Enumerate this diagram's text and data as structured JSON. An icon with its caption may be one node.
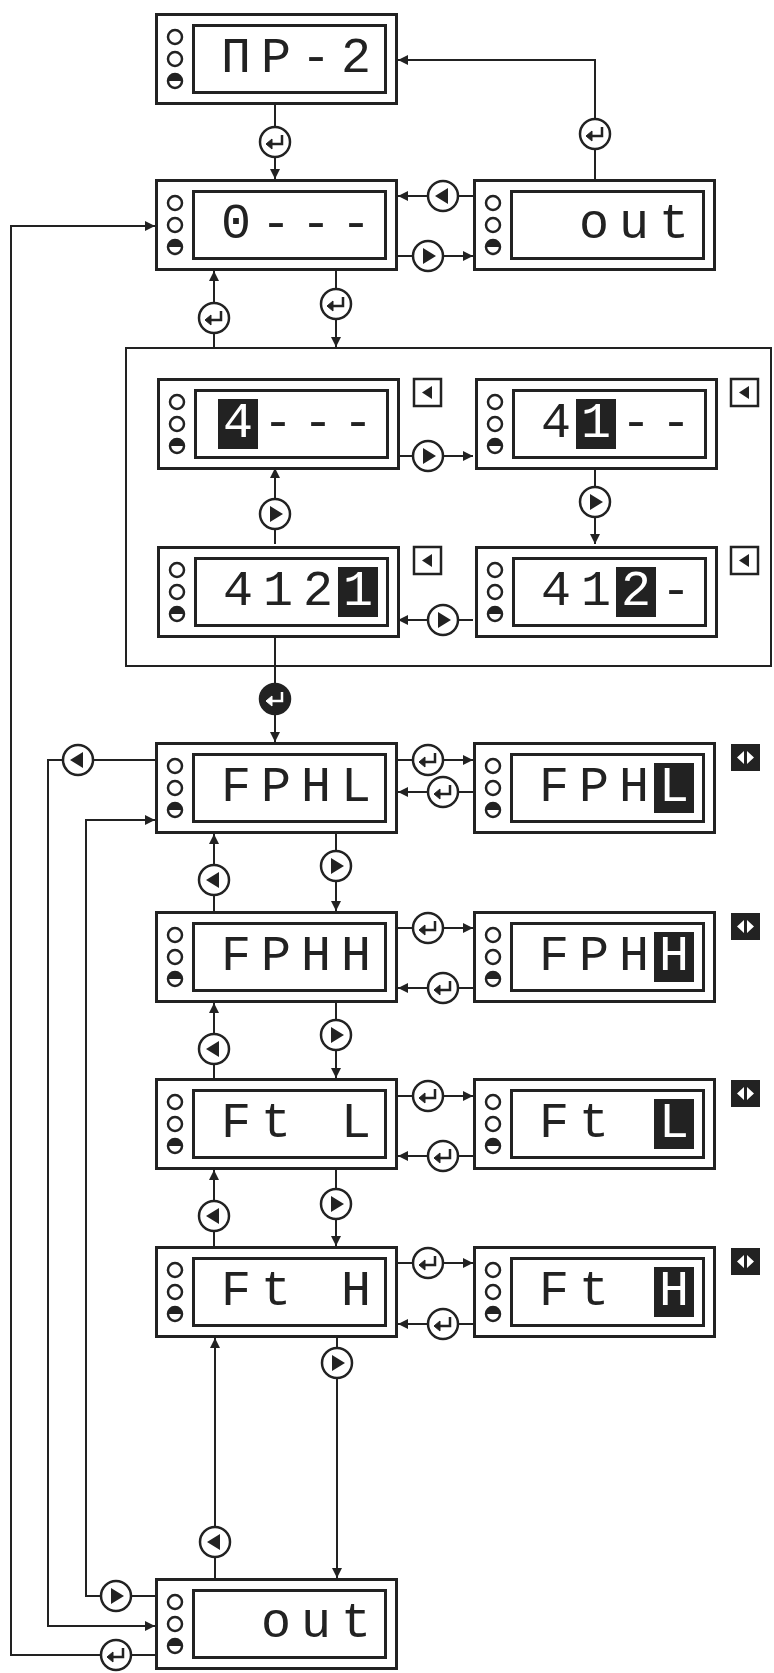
{
  "diagram": {
    "nodes": [
      {
        "text": [
          "ПР-2"
        ]
      },
      {
        "text": [
          "0---"
        ]
      },
      {
        "text": [
          "out"
        ]
      },
      {
        "text": [],
        "shape": "box"
      },
      {
        "text": [
          "4---"
        ],
        "in": 3
      },
      {
        "text": [
          "41--"
        ],
        "in": 3
      },
      {
        "text": [
          "4121"
        ],
        "in": 3
      },
      {
        "text": [
          "412-"
        ],
        "in": 3
      },
      {
        "text": [
          "FPHL"
        ]
      },
      {
        "text": [
          "FPHL"
        ]
      },
      {
        "text": [
          "FPHH"
        ]
      },
      {
        "text": [
          "FPHH"
        ]
      },
      {
        "text": [
          "Ft L"
        ]
      },
      {
        "text": [
          "Ft L"
        ]
      },
      {
        "text": [
          "Ft H"
        ]
      },
      {
        "text": [
          "Ft H"
        ]
      },
      {
        "text": [
          "out"
        ]
      }
    ],
    "edges": [
      {
        "from": 0,
        "to": 1,
        "arrow": "to"
      },
      {
        "from": 1,
        "to": 2,
        "arrow": "to"
      },
      {
        "from": 2,
        "to": 1,
        "arrow": "to"
      },
      {
        "from": 2,
        "to": 0,
        "arrow": "to"
      },
      {
        "from": 1,
        "to": 3,
        "arrow": "to"
      },
      {
        "from": 3,
        "to": 1,
        "arrow": "to"
      },
      {
        "from": 4,
        "to": 5,
        "arrow": "to"
      },
      {
        "from": 5,
        "to": 7,
        "arrow": "to"
      },
      {
        "from": 7,
        "to": 6,
        "arrow": "to"
      },
      {
        "from": 6,
        "to": 4,
        "arrow": "to"
      },
      {
        "from": 6,
        "to": 8,
        "arrow": "to"
      },
      {
        "from": 8,
        "to": 9,
        "arrow": "to"
      },
      {
        "from": 9,
        "to": 8,
        "arrow": "to"
      },
      {
        "from": 8,
        "to": 10,
        "arrow": "to"
      },
      {
        "from": 10,
        "to": 8,
        "arrow": "to"
      },
      {
        "from": 10,
        "to": 11,
        "arrow": "to"
      },
      {
        "from": 11,
        "to": 10,
        "arrow": "to"
      },
      {
        "from": 10,
        "to": 12,
        "arrow": "to"
      },
      {
        "from": 12,
        "to": 10,
        "arrow": "to"
      },
      {
        "from": 12,
        "to": 13,
        "arrow": "to"
      },
      {
        "from": 13,
        "to": 12,
        "arrow": "to"
      },
      {
        "from": 12,
        "to": 14,
        "arrow": "to"
      },
      {
        "from": 14,
        "to": 12,
        "arrow": "to"
      },
      {
        "from": 14,
        "to": 15,
        "arrow": "to"
      },
      {
        "from": 15,
        "to": 14,
        "arrow": "to"
      },
      {
        "from": 14,
        "to": 16,
        "arrow": "to"
      },
      {
        "from": 16,
        "to": 14,
        "arrow": "to"
      },
      {
        "from": 8,
        "to": 16,
        "arrow": "to"
      },
      {
        "from": 16,
        "to": 8,
        "arrow": "to"
      },
      {
        "from": 16,
        "to": 1,
        "arrow": "to"
      }
    ]
  }
}
